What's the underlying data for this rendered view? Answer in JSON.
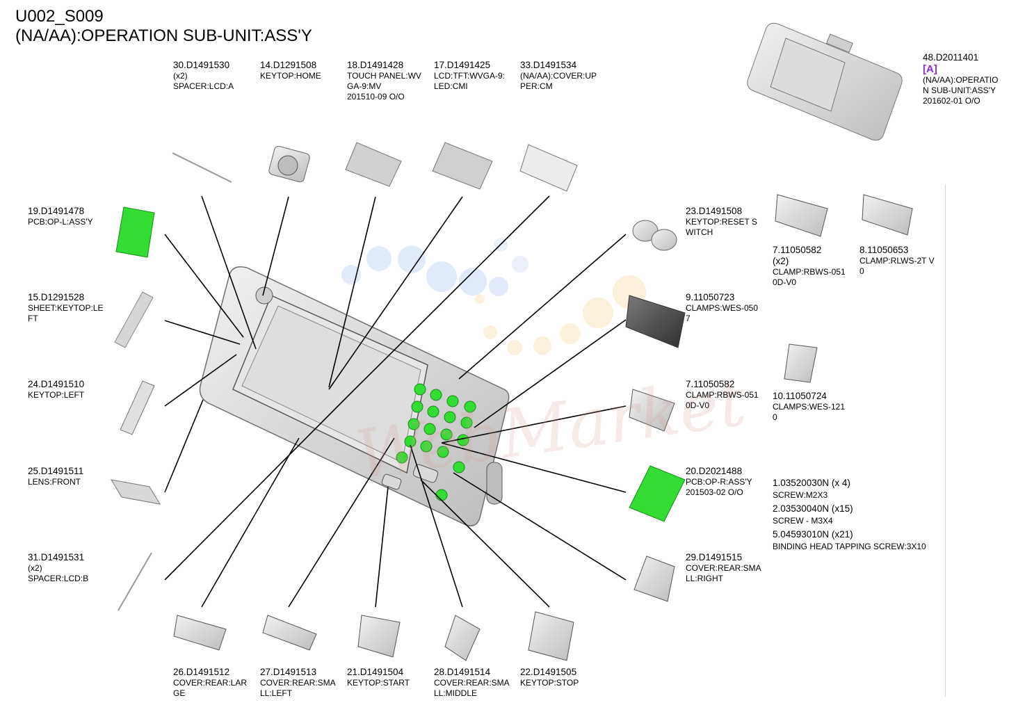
{
  "header": {
    "code": "U002_S009",
    "title": "(NA/AA):OPERATION SUB-UNIT:ASS'Y"
  },
  "watermark": "WebMarket",
  "colors": {
    "pcb_green": "#33dd33",
    "ref_purple": "#8a2be2",
    "part_gray": "#c8c8c8"
  },
  "parts": {
    "p30": {
      "pn": "30.D1491530",
      "lines": [
        "(x2)",
        "SPACER:LCD:A"
      ]
    },
    "p14": {
      "pn": "14.D1291508",
      "lines": [
        "KEYTOP:HOME"
      ]
    },
    "p18": {
      "pn": "18.D1491428",
      "lines": [
        "TOUCH PANEL:WV",
        "GA-9:MV",
        "201510-09 O/O"
      ]
    },
    "p17": {
      "pn": "17.D1491425",
      "lines": [
        "LCD:TFT:WVGA-9:",
        "LED:CMI"
      ]
    },
    "p33": {
      "pn": "33.D1491534",
      "lines": [
        "(NA/AA):COVER:UP",
        "PER:CM"
      ]
    },
    "p48": {
      "pn": "48.D2011401",
      "ref": "[A]",
      "lines": [
        "(NA/AA):OPERATIO",
        "N SUB-UNIT:ASS'Y",
        "201602-01 O/O"
      ]
    },
    "p19": {
      "pn": "19.D1491478",
      "lines": [
        "PCB:OP-L:ASS'Y"
      ]
    },
    "p15": {
      "pn": "15.D1291528",
      "lines": [
        "SHEET:KEYTOP:LE",
        "FT"
      ]
    },
    "p24": {
      "pn": "24.D1491510",
      "lines": [
        "KEYTOP:LEFT"
      ]
    },
    "p25": {
      "pn": "25.D1491511",
      "lines": [
        "LENS:FRONT"
      ]
    },
    "p31": {
      "pn": "31.D1491531",
      "lines": [
        "(x2)",
        "SPACER:LCD:B"
      ]
    },
    "p23": {
      "pn": "23.D1491508",
      "lines": [
        "KEYTOP:RESET S",
        "WITCH"
      ]
    },
    "p9": {
      "pn": "9.11050723",
      "lines": [
        "CLAMPS:WES-050",
        "7"
      ]
    },
    "p7a": {
      "pn": "7.11050582",
      "lines": [
        "CLAMP:RBWS-051",
        "0D-V0"
      ]
    },
    "p20": {
      "pn": "20.D2021488",
      "lines": [
        "PCB:OP-R:ASS'Y",
        "201503-02 O/O"
      ]
    },
    "p29": {
      "pn": "29.D1491515",
      "lines": [
        "COVER:REAR:SMA",
        "LL:RIGHT"
      ]
    },
    "p7b": {
      "pn": "7.11050582",
      "lines": [
        "(x2)",
        "CLAMP:RBWS-051",
        "0D-V0"
      ]
    },
    "p8": {
      "pn": "8.11050653",
      "lines": [
        "CLAMP:RLWS-2T V",
        "0"
      ]
    },
    "p10": {
      "pn": "10.11050724",
      "lines": [
        "CLAMPS:WES-121",
        "0"
      ]
    },
    "p26": {
      "pn": "26.D1491512",
      "lines": [
        "COVER:REAR:LAR",
        "GE"
      ]
    },
    "p27": {
      "pn": "27.D1491513",
      "lines": [
        "COVER:REAR:SMA",
        "LL:LEFT"
      ]
    },
    "p21": {
      "pn": "21.D1491504",
      "lines": [
        "KEYTOP:START"
      ]
    },
    "p28": {
      "pn": "28.D1491514",
      "lines": [
        "COVER:REAR:SMA",
        "LL:MIDDLE"
      ]
    },
    "p22": {
      "pn": "22.D1491505",
      "lines": [
        "KEYTOP:STOP"
      ]
    }
  },
  "screws": [
    {
      "pn": "1.03520030N (x 4)",
      "desc": "SCREW:M2X3"
    },
    {
      "pn": "2.03530040N (x15)",
      "desc": "SCREW - M3X4"
    },
    {
      "pn": "5.04593010N (x21)",
      "desc": "BINDING HEAD TAPPING SCREW:3X10"
    }
  ]
}
